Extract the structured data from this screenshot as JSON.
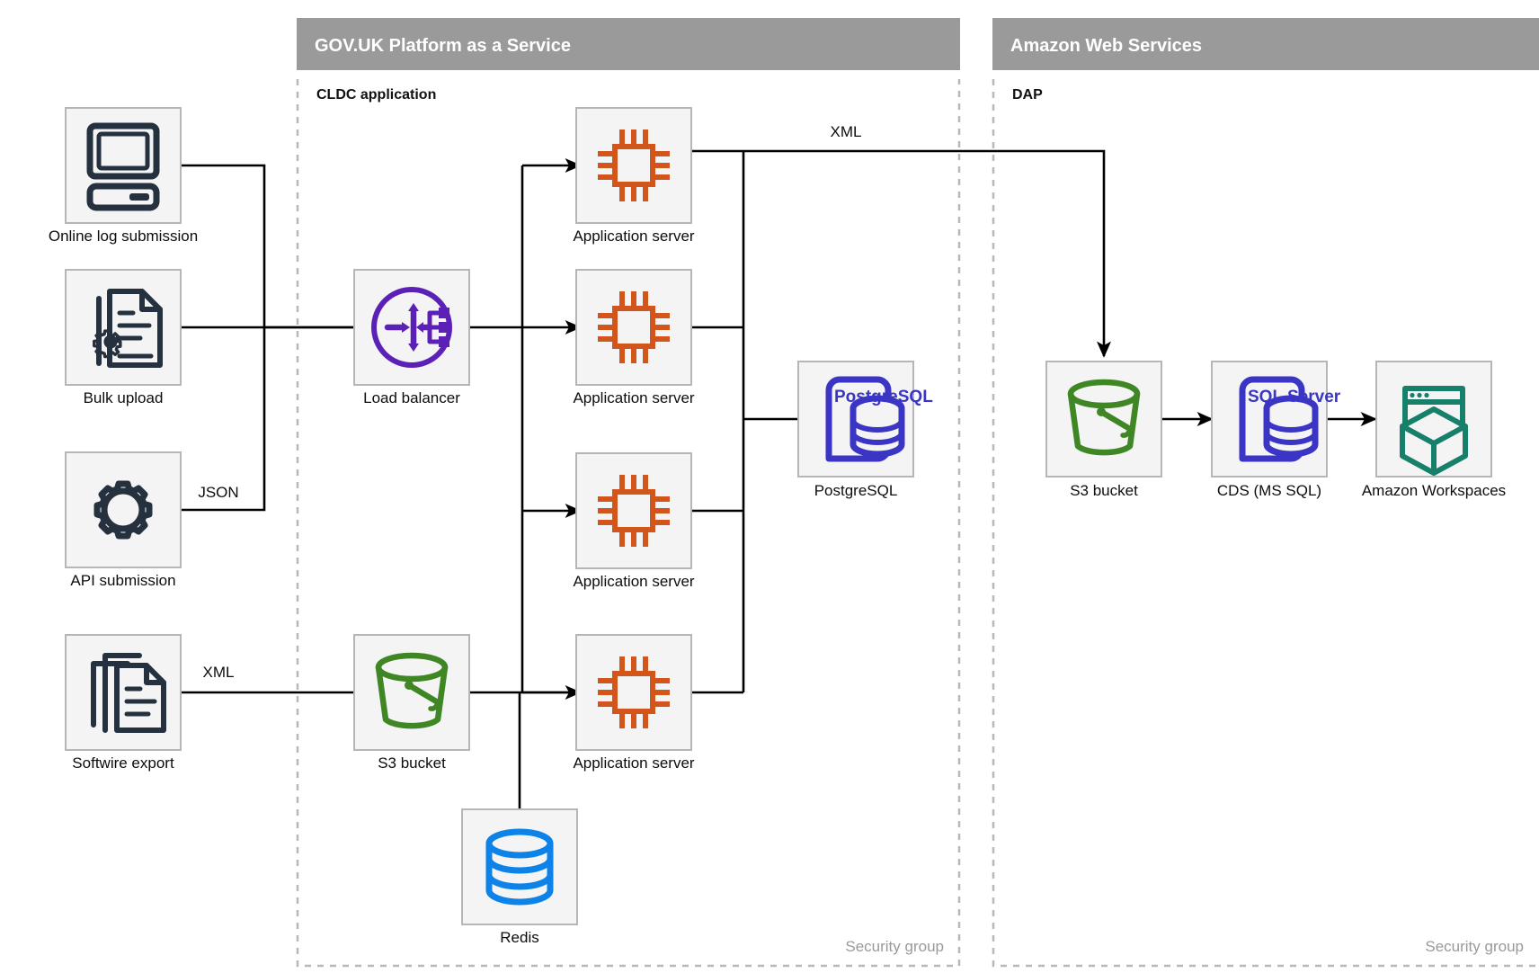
{
  "groups": [
    {
      "id": "paas",
      "title": "GOV.UK Platform as a Service",
      "subtitle": "CLDC application",
      "security_label": "Security group"
    },
    {
      "id": "aws",
      "title": "Amazon Web Services",
      "subtitle": "DAP",
      "security_label": "Security group"
    }
  ],
  "nodes": [
    {
      "id": "online-log-submission",
      "label": "Online log submission",
      "icon": "desktop-computer-icon",
      "color": "#25313f"
    },
    {
      "id": "bulk-upload",
      "label": "Bulk upload",
      "icon": "document-gear-icon",
      "color": "#25313f"
    },
    {
      "id": "api-submission",
      "label": "API submission",
      "icon": "gear-icon",
      "color": "#25313f"
    },
    {
      "id": "softwire-export",
      "label": "Softwire export",
      "icon": "stacked-documents-icon",
      "color": "#25313f"
    },
    {
      "id": "load-balancer",
      "label": "Load balancer",
      "icon": "load-balancer-icon",
      "color": "#5b21b6"
    },
    {
      "id": "app-server-1",
      "label": "Application server",
      "icon": "cpu-chip-icon",
      "color": "#d2551c"
    },
    {
      "id": "app-server-2",
      "label": "Application server",
      "icon": "cpu-chip-icon",
      "color": "#d2551c"
    },
    {
      "id": "app-server-3",
      "label": "Application server",
      "icon": "cpu-chip-icon",
      "color": "#d2551c"
    },
    {
      "id": "app-server-4",
      "label": "Application server",
      "icon": "cpu-chip-icon",
      "color": "#d2551c"
    },
    {
      "id": "postgresql",
      "label": "PostgreSQL",
      "icon": "postgresql-database-icon",
      "color": "#3a35c4",
      "badge": "PostgreSQL"
    },
    {
      "id": "s3-bucket-paas",
      "label": "S3 bucket",
      "icon": "s3-bucket-icon",
      "color": "#3f8624"
    },
    {
      "id": "redis",
      "label": "Redis",
      "icon": "redis-database-icon",
      "color": "#0d82e8"
    },
    {
      "id": "s3-bucket-aws",
      "label": "S3 bucket",
      "icon": "s3-bucket-icon",
      "color": "#3f8624"
    },
    {
      "id": "cds-ms-sql",
      "label": "CDS (MS SQL)",
      "icon": "sql-server-database-icon",
      "color": "#3a35c4",
      "badge": "SQL Server"
    },
    {
      "id": "amazon-workspaces",
      "label": "Amazon Workspaces",
      "icon": "workspaces-cube-icon",
      "color": "#16806a"
    }
  ],
  "edge_labels": {
    "api_json": "JSON",
    "softwire_xml": "XML",
    "app_to_s3_xml": "XML"
  },
  "colors": {
    "band": "#9a9a9a",
    "box_fill": "#f4f4f4",
    "box_stroke": "#b6b6b6",
    "dashed_border": "#b8b8b8",
    "wire": "#000000",
    "muted_text": "#9a9a9a"
  }
}
